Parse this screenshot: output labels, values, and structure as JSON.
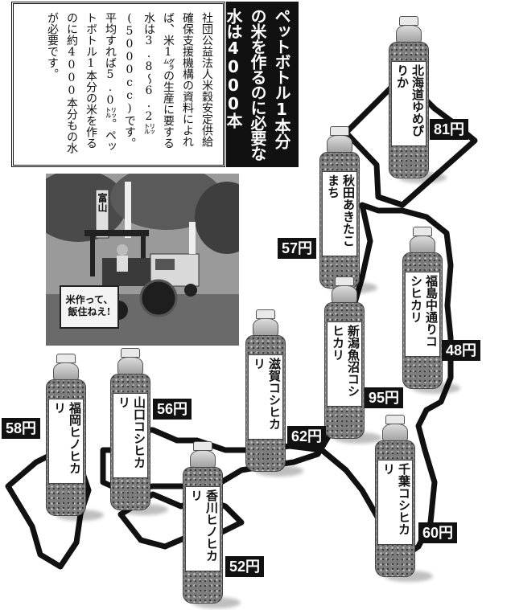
{
  "headline": "ペットボトル1本分の米を作るのに必要な水は4000本",
  "info_text": "社団公益法人米穀安定供給確保支援機構の資料によれば、米1㌘の生産に要する水は3.8〜6.2㍑(5000cc)です。平均すれば5.0㍑。ペットボトル1本分の米を作るのに約4000本分もの水が必要です。",
  "photo": {
    "sign_text": "米作って、飯住ねえ!",
    "banner_text": "富山"
  },
  "bottles": [
    {
      "name": "北海道ゆめぴりか",
      "price": "81円"
    },
    {
      "name": "秋田あきたこまち",
      "price": "57円"
    },
    {
      "name": "福島中通りコシヒカリ",
      "price": "48円"
    },
    {
      "name": "新潟魚沼コシヒカリ",
      "price": "95円"
    },
    {
      "name": "滋賀コシヒカリ",
      "price": "62円"
    },
    {
      "name": "山口コシヒカリ",
      "price": "56円"
    },
    {
      "name": "福岡ヒノヒカリ",
      "price": "58円"
    },
    {
      "name": "香川ヒノヒカリ",
      "price": "52円"
    },
    {
      "name": "千葉コシヒカリ",
      "price": "60円"
    }
  ],
  "colors": {
    "ink": "#111111",
    "paper": "#ffffff",
    "bottle": "#7d7d7d"
  }
}
